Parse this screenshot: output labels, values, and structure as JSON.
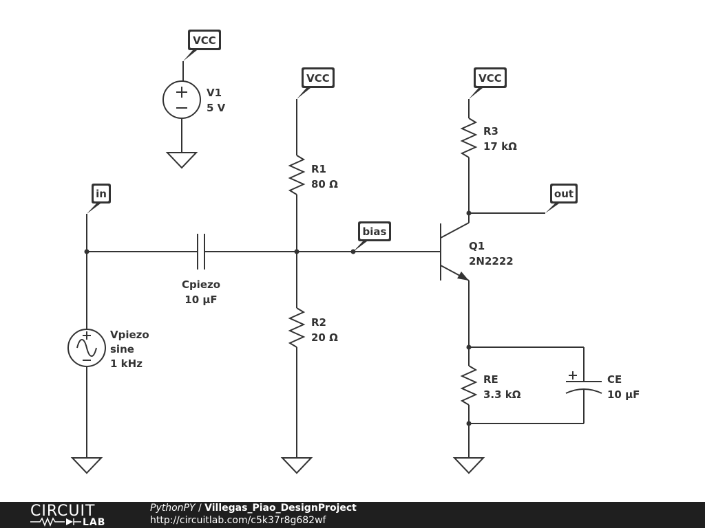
{
  "components": {
    "v1": {
      "name": "V1",
      "value": "5 V"
    },
    "vpiezo": {
      "name": "Vpiezo",
      "type": "sine",
      "freq": "1 kHz"
    },
    "cpiezo": {
      "name": "Cpiezo",
      "value": "10 µF"
    },
    "r1": {
      "name": "R1",
      "value": "80 Ω"
    },
    "r2": {
      "name": "R2",
      "value": "20 Ω"
    },
    "r3": {
      "name": "R3",
      "value": "17 kΩ"
    },
    "re": {
      "name": "RE",
      "value": "3.3 kΩ"
    },
    "ce": {
      "name": "CE",
      "value": "10 µF"
    },
    "q1": {
      "name": "Q1",
      "part": "2N2222"
    }
  },
  "nets": {
    "vcc": "VCC",
    "in": "in",
    "bias": "bias",
    "out": "out"
  },
  "footer": {
    "logo_top": "CIRCUIT",
    "logo_bottom": "LAB",
    "owner": "PythonPY",
    "separator": " / ",
    "project": "Villegas_Piao_DesignProject",
    "url": "http://circuitlab.com/c5k37r8g682wf"
  },
  "colors": {
    "ink": "#333333",
    "footer_bg": "#1f1f1f"
  }
}
